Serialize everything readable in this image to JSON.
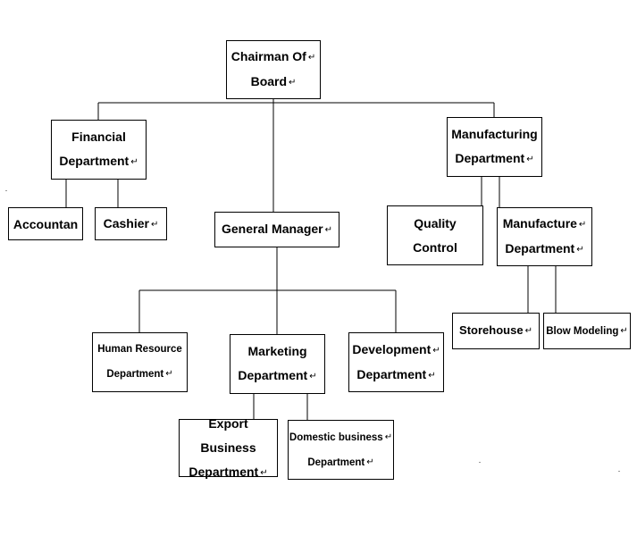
{
  "diagram": {
    "nodes": {
      "chairman": {
        "lines": [
          "Chairman Of",
          "Board"
        ]
      },
      "financial": {
        "lines": [
          "Financial",
          "Department"
        ]
      },
      "manufacturing": {
        "lines": [
          "Manufacturing",
          "Department"
        ]
      },
      "accountant": {
        "lines": [
          "Accountan"
        ]
      },
      "cashier": {
        "lines": [
          "Cashier"
        ]
      },
      "general_manager": {
        "lines": [
          "General Manager"
        ]
      },
      "quality_control": {
        "lines": [
          "Quality",
          "Control"
        ]
      },
      "manufacture": {
        "lines": [
          "Manufacture",
          "Department"
        ]
      },
      "storehouse": {
        "lines": [
          "Storehouse"
        ]
      },
      "blow_modeling": {
        "lines": [
          "Blow Modeling"
        ]
      },
      "human_resource": {
        "lines": [
          "Human Resource",
          "Department"
        ]
      },
      "marketing": {
        "lines": [
          "Marketing",
          "Department"
        ]
      },
      "development": {
        "lines": [
          "Development",
          "Department"
        ]
      },
      "export_business": {
        "lines": [
          "Export Business",
          "Department"
        ]
      },
      "domestic_business": {
        "lines": [
          "Domestic business",
          "Department"
        ]
      }
    },
    "paragraph_mark": "↵"
  }
}
